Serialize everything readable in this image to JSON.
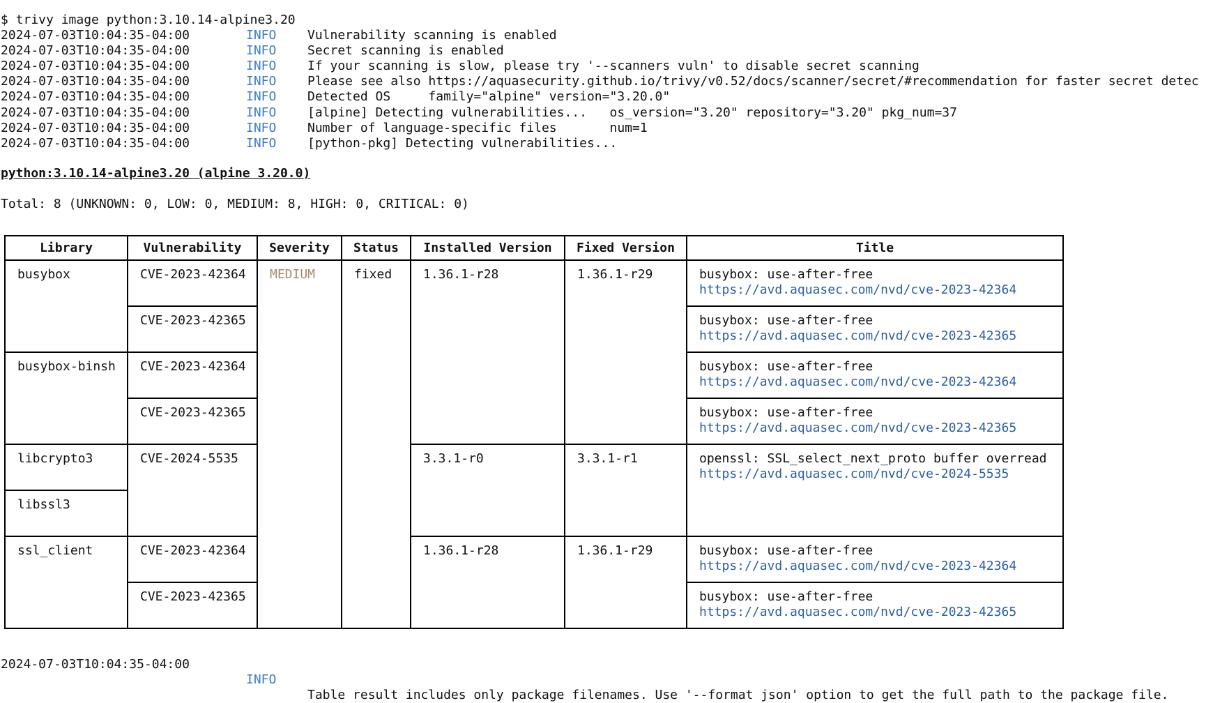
{
  "command": "$ trivy image python:3.10.14-alpine3.20",
  "log_lines": [
    {
      "ts": "2024-07-03T10:04:35-04:00",
      "level": "INFO",
      "msg": "Vulnerability scanning is enabled"
    },
    {
      "ts": "2024-07-03T10:04:35-04:00",
      "level": "INFO",
      "msg": "Secret scanning is enabled"
    },
    {
      "ts": "2024-07-03T10:04:35-04:00",
      "level": "INFO",
      "msg": "If your scanning is slow, please try '--scanners vuln' to disable secret scanning"
    },
    {
      "ts": "2024-07-03T10:04:35-04:00",
      "level": "INFO",
      "msg": "Please see also https://aquasecurity.github.io/trivy/v0.52/docs/scanner/secret/#recommendation for faster secret detec"
    },
    {
      "ts": "2024-07-03T10:04:35-04:00",
      "level": "INFO",
      "msg": "Detected OS     family=\"alpine\" version=\"3.20.0\""
    },
    {
      "ts": "2024-07-03T10:04:35-04:00",
      "level": "INFO",
      "msg": "[alpine] Detecting vulnerabilities...   os_version=\"3.20\" repository=\"3.20\" pkg_num=37"
    },
    {
      "ts": "2024-07-03T10:04:35-04:00",
      "level": "INFO",
      "msg": "Number of language-specific files       num=1"
    },
    {
      "ts": "2024-07-03T10:04:35-04:00",
      "level": "INFO",
      "msg": "[python-pkg] Detecting vulnerabilities..."
    }
  ],
  "target_heading": "python:3.10.14-alpine3.20 (alpine 3.20.0)",
  "total_line": "Total: 8 (UNKNOWN: 0, LOW: 0, MEDIUM: 8, HIGH: 0, CRITICAL: 0)",
  "table": {
    "headers": [
      "Library",
      "Vulnerability",
      "Severity",
      "Status",
      "Installed Version",
      "Fixed Version",
      "Title"
    ],
    "severity": "MEDIUM",
    "status": "fixed",
    "libraries": [
      "busybox",
      "busybox-binsh",
      "libcrypto3",
      "libssl3",
      "ssl_client"
    ],
    "vulns": [
      "CVE-2023-42364",
      "CVE-2023-42365",
      "CVE-2023-42364",
      "CVE-2023-42365",
      "CVE-2024-5535",
      "CVE-2023-42364",
      "CVE-2023-42365"
    ],
    "installed": [
      "1.36.1-r28",
      "3.3.1-r0",
      "1.36.1-r28"
    ],
    "fixed": [
      "1.36.1-r29",
      "3.3.1-r1",
      "1.36.1-r29"
    ],
    "titles": [
      {
        "text": "busybox: use-after-free",
        "link": "https://avd.aquasec.com/nvd/cve-2023-42364"
      },
      {
        "text": "busybox: use-after-free",
        "link": "https://avd.aquasec.com/nvd/cve-2023-42365"
      },
      {
        "text": "busybox: use-after-free",
        "link": "https://avd.aquasec.com/nvd/cve-2023-42364"
      },
      {
        "text": "busybox: use-after-free",
        "link": "https://avd.aquasec.com/nvd/cve-2023-42365"
      },
      {
        "text": "openssl: SSL_select_next_proto buffer overread",
        "link": "https://avd.aquasec.com/nvd/cve-2024-5535"
      },
      {
        "text": "busybox: use-after-free",
        "link": "https://avd.aquasec.com/nvd/cve-2023-42364"
      },
      {
        "text": "busybox: use-after-free",
        "link": "https://avd.aquasec.com/nvd/cve-2023-42365"
      }
    ]
  },
  "footer": {
    "ts": "2024-07-03T10:04:35-04:00",
    "level": "INFO",
    "msg": "Table result includes only package filenames. Use '--format json' option to get the full path to the package file."
  },
  "colors": {
    "info": "#3a7bc8",
    "medium": "#a6896a",
    "link": "#2a5f9e"
  }
}
